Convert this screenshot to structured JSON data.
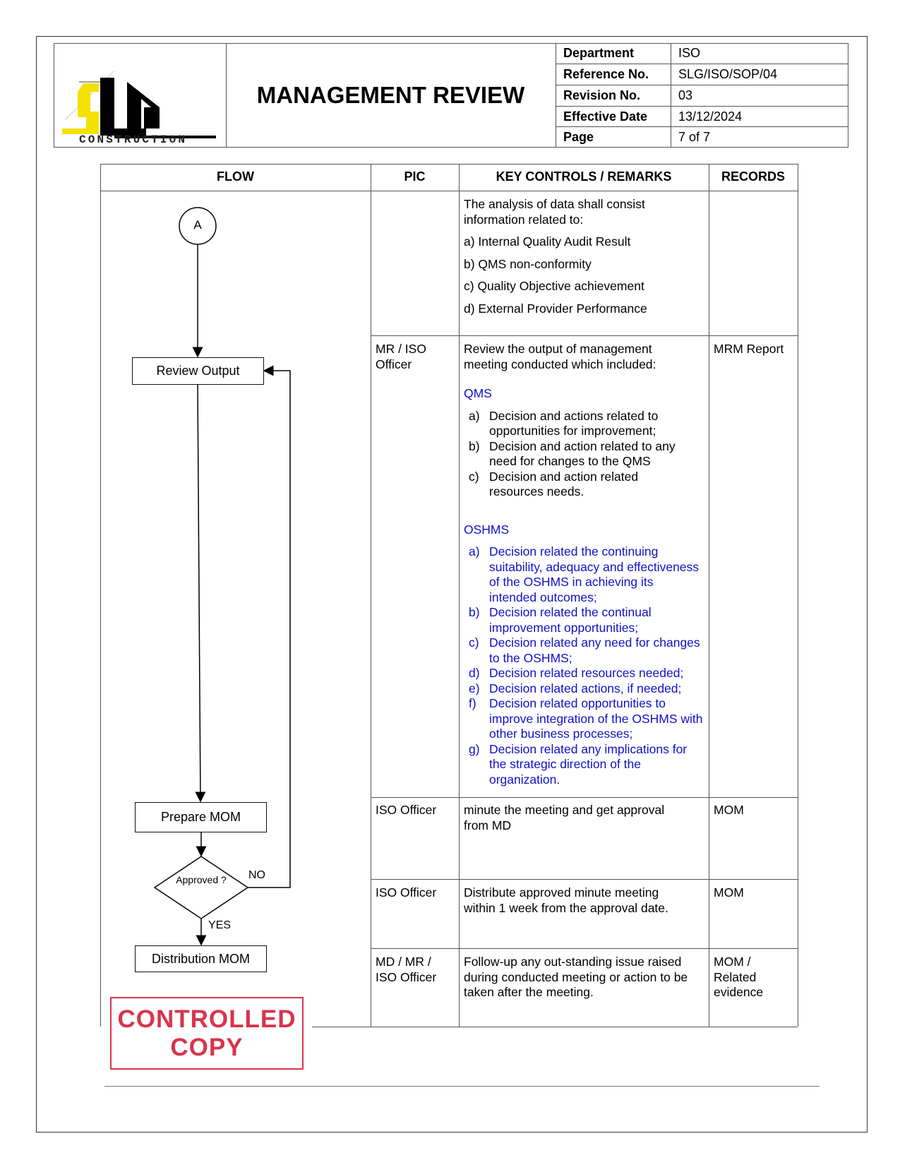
{
  "header": {
    "logo": {
      "letters": "SLG",
      "subtitle": "CONSTRUCTION",
      "colors": {
        "yellow": "#f5e100",
        "black": "#000000"
      }
    },
    "title": "MANAGEMENT REVIEW",
    "meta": [
      {
        "label": "Department",
        "value": "ISO"
      },
      {
        "label": "Reference No.",
        "value": "SLG/ISO/SOP/04"
      },
      {
        "label": "Revision No.",
        "value": "03"
      },
      {
        "label": "Effective Date",
        "value": "13/12/2024"
      },
      {
        "label": "Page",
        "value": "7 of 7"
      }
    ]
  },
  "table": {
    "columns": [
      "FLOW",
      "PIC",
      "KEY CONTROLS / REMARKS",
      "RECORDS"
    ],
    "rows": [
      {
        "pic": "",
        "remarks_intro": "The analysis of data shall consist information related to:",
        "items": [
          "a) Internal Quality Audit Result",
          "b) QMS non-conformity",
          "c) Quality Objective achievement",
          "d) External Provider Performance"
        ],
        "records": ""
      },
      {
        "pic": "MR / ISO Officer",
        "remarks_intro": "Review the output of management meeting conducted which included:",
        "qms_heading": "QMS",
        "qms_items": [
          {
            "m": "a)",
            "t": "Decision and actions related to opportunities for improvement;"
          },
          {
            "m": "b)",
            "t": "Decision and action related to any need for changes to the QMS"
          },
          {
            "m": "c)",
            "t": "Decision and action related resources needs."
          }
        ],
        "oshms_heading": "OSHMS",
        "oshms_items": [
          {
            "m": "a)",
            "t": "Decision related the continuing suitability, adequacy and effectiveness of the OSHMS in achieving its intended outcomes;"
          },
          {
            "m": "b)",
            "t": "Decision related the continual improvement opportunities;"
          },
          {
            "m": "c)",
            "t": "Decision related any need for changes to the OSHMS;"
          },
          {
            "m": "d)",
            "t": "Decision related resources needed;"
          },
          {
            "m": "e)",
            "t": "Decision related actions, if needed;"
          },
          {
            "m": "f)",
            "t": "Decision related opportunities to improve integration of the OSHMS with other business processes;"
          },
          {
            "m": "g)",
            "t": "Decision related any implications for the strategic direction of the organization."
          }
        ],
        "records": "MRM Report"
      },
      {
        "pic": "ISO Officer",
        "remarks": "minute the meeting and get approval from MD",
        "records": "MOM"
      },
      {
        "pic": "ISO Officer",
        "remarks": "Distribute approved minute meeting within 1 week from the approval date.",
        "records": "MOM"
      },
      {
        "pic": "MD / MR / ISO Officer",
        "remarks": "Follow-up any out-standing issue raised during conducted meeting or action to be taken after the meeting.",
        "records": "MOM / Related evidence"
      }
    ]
  },
  "flow": {
    "connector": "A",
    "review_output": "Review Output",
    "prepare_mom": "Prepare MOM",
    "decision": "Approved ?",
    "no": "NO",
    "yes": "YES",
    "distribution": "Distribution MOM"
  },
  "stamp": {
    "line1": "CONTROLLED",
    "line2": "COPY",
    "color": "#d8344c"
  },
  "colors": {
    "blue_text": "#1010c8"
  }
}
